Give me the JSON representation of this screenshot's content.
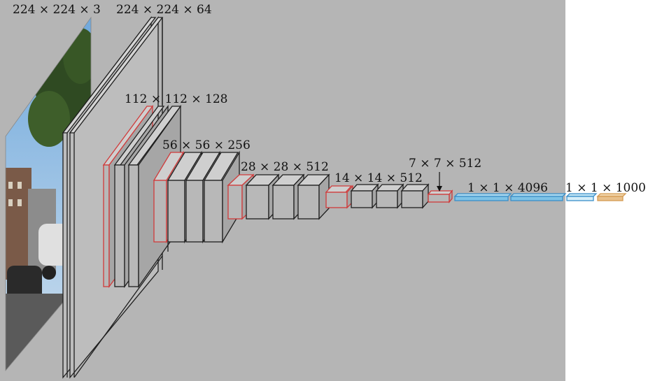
{
  "diagram": {
    "labels": {
      "input": "224 × 224 × 3",
      "conv1": "224 × 224 × 64",
      "conv2": "112 × 112 × 128",
      "conv3": "56 × 56 × 256",
      "conv4": "28 × 28 × 512",
      "conv5": "14 × 14 × 512",
      "pool5": "7 × 7 × 512",
      "fc": "1 × 1 × 4096",
      "output": "1 × 1 × 1000"
    },
    "image": {
      "subject": "street-photo",
      "description_icon": "photo-icon"
    },
    "colors": {
      "canvas": "#b5b5b5",
      "page": "#ffffff",
      "conv_face": "#b8b8b8",
      "conv_top": "#cfcfcf",
      "conv_side": "#a6a6a6",
      "conv_stroke": "#1e1e1e",
      "pool_stroke": "#d03a3a",
      "fc_stroke": "#3a8ec8",
      "fc_fill": "#7ec3e6",
      "softmax_stroke": "#d49a52",
      "softmax_fill": "#e8c08c"
    }
  }
}
